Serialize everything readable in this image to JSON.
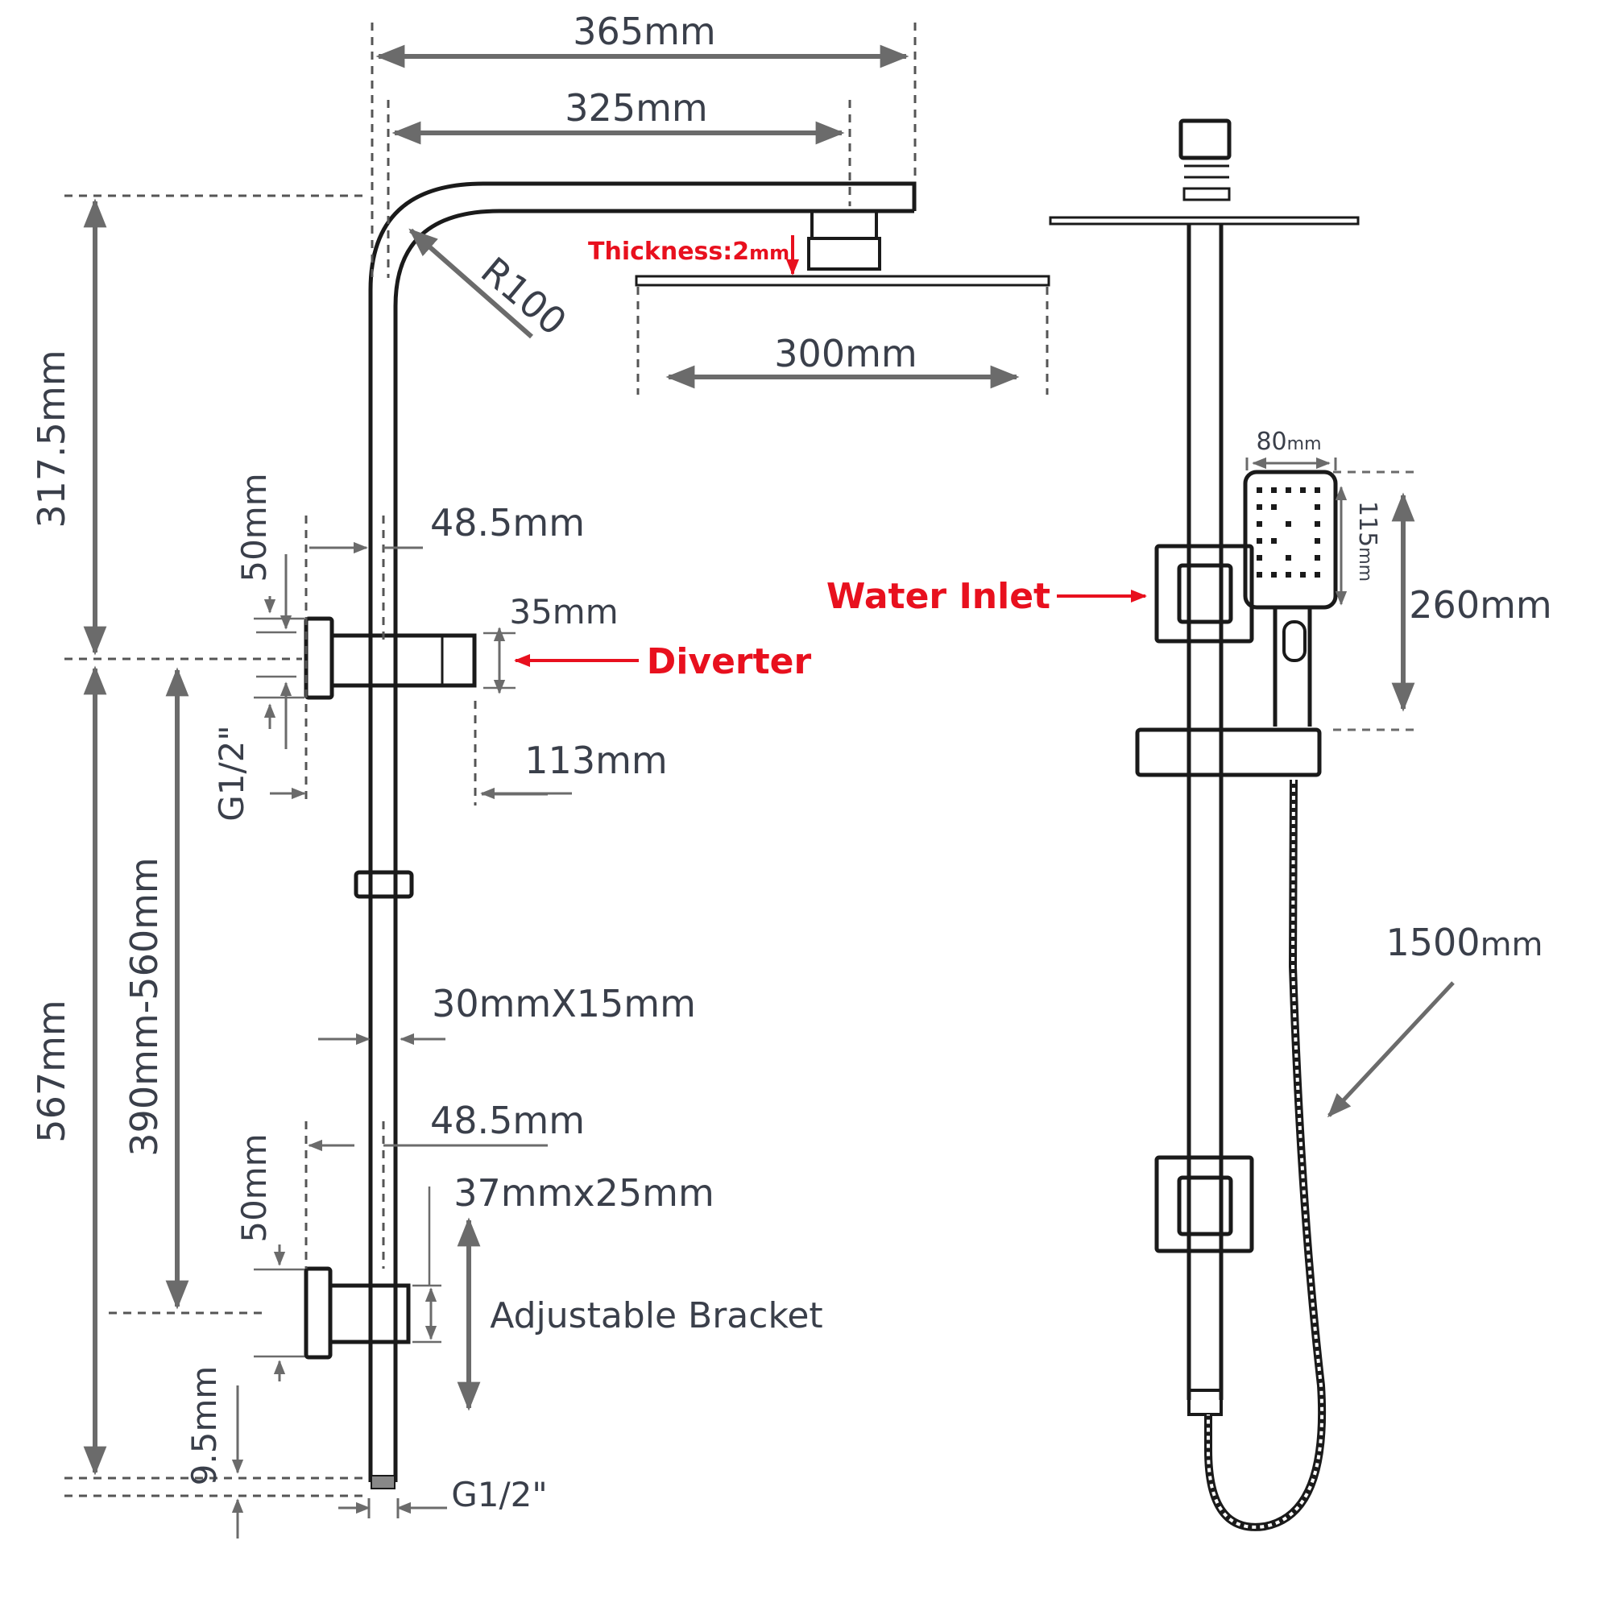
{
  "colors": {
    "outline": "#1a1a1a",
    "dimension": "#6b6b6b",
    "text": "#3a3f4a",
    "callout": "#e8101e"
  },
  "labels": {
    "w365": "365mm",
    "w325": "325mm",
    "r100": "R100",
    "thickness_word": "Thickness:2",
    "thickness_unit": "mm",
    "w300": "300mm",
    "h317": "317.5mm",
    "h50a": "50mm",
    "d48a": "48.5mm",
    "d35": "35mm",
    "diverter": "Diverter",
    "g12a": "G1/2\"",
    "w113": "113mm",
    "h567": "567mm",
    "h390": "390mm-560mm",
    "rail": "30mmX15mm",
    "d48b": "48.5mm",
    "bracket_size": "37mmx25mm",
    "h50b": "50mm",
    "adjustable": "Adjustable Bracket",
    "h9": "9.5mm",
    "g12b": "G1/2\"",
    "hs_w_num": "80",
    "hs_w_unit": "mm",
    "hs_h_num": "115",
    "hs_h_unit": "mm",
    "water_inlet": "Water Inlet",
    "h260": "260mm",
    "hose_num": "1500",
    "hose_unit": "mm"
  }
}
